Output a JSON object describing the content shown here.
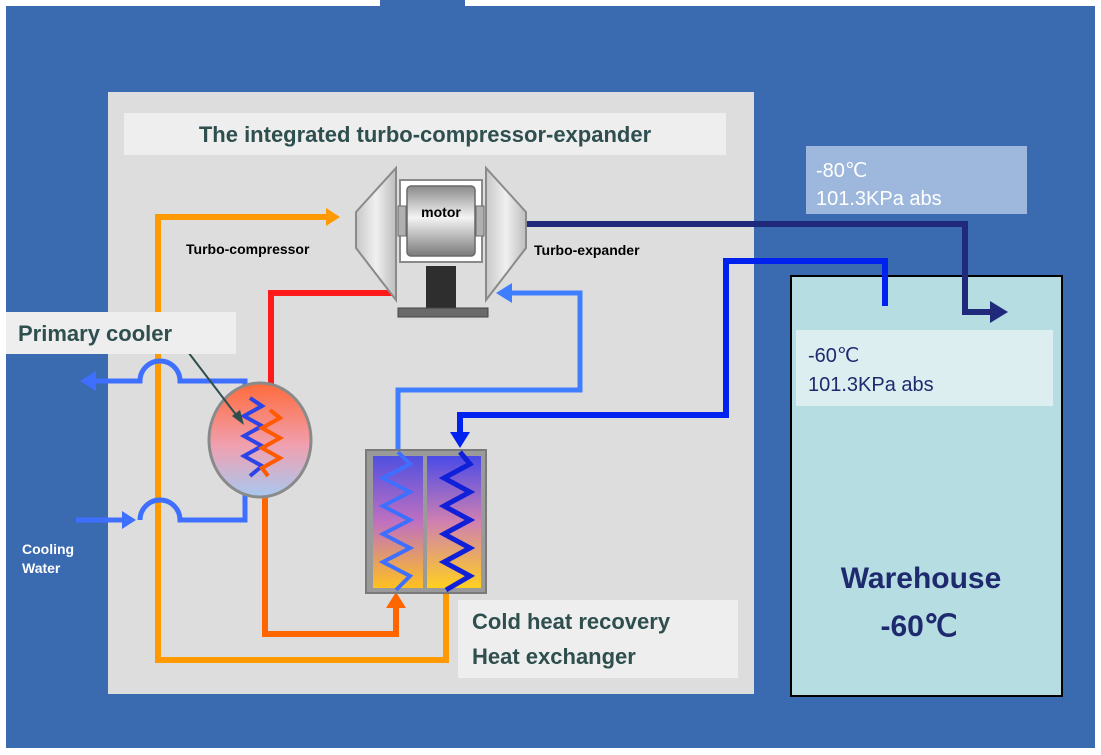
{
  "title": "The integrated turbo-compressor-expander",
  "components": {
    "motor": "motor",
    "turbo_compressor": "Turbo-compressor",
    "turbo_expander": "Turbo-expander",
    "primary_cooler": "Primary cooler",
    "cooling_water": [
      "Cooling",
      "Water"
    ],
    "heat_exchanger": [
      "Cold heat recovery",
      "Heat exchanger"
    ]
  },
  "warehouse": {
    "name": "Warehouse",
    "temperature": "-60℃"
  },
  "states": {
    "supply": {
      "temperature": "-80℃",
      "pressure": "101.3KPa abs"
    },
    "return": {
      "temperature": "-60℃",
      "pressure": "101.3KPa abs"
    }
  },
  "colors": {
    "background": "#3A6AB0",
    "panel": "#DDDDDD",
    "warehouse_fill": "#B5DDE2",
    "warehouse_text": "#1F2A6E",
    "title_text": "#2F4F4F",
    "hot_line": "#FF9900",
    "red_line": "#FF1A1A",
    "orange_line": "#FF6600",
    "dark_line": "#1F2A7A",
    "blue_line": "#0022EE",
    "light_blue_line": "#3F7FFF"
  }
}
